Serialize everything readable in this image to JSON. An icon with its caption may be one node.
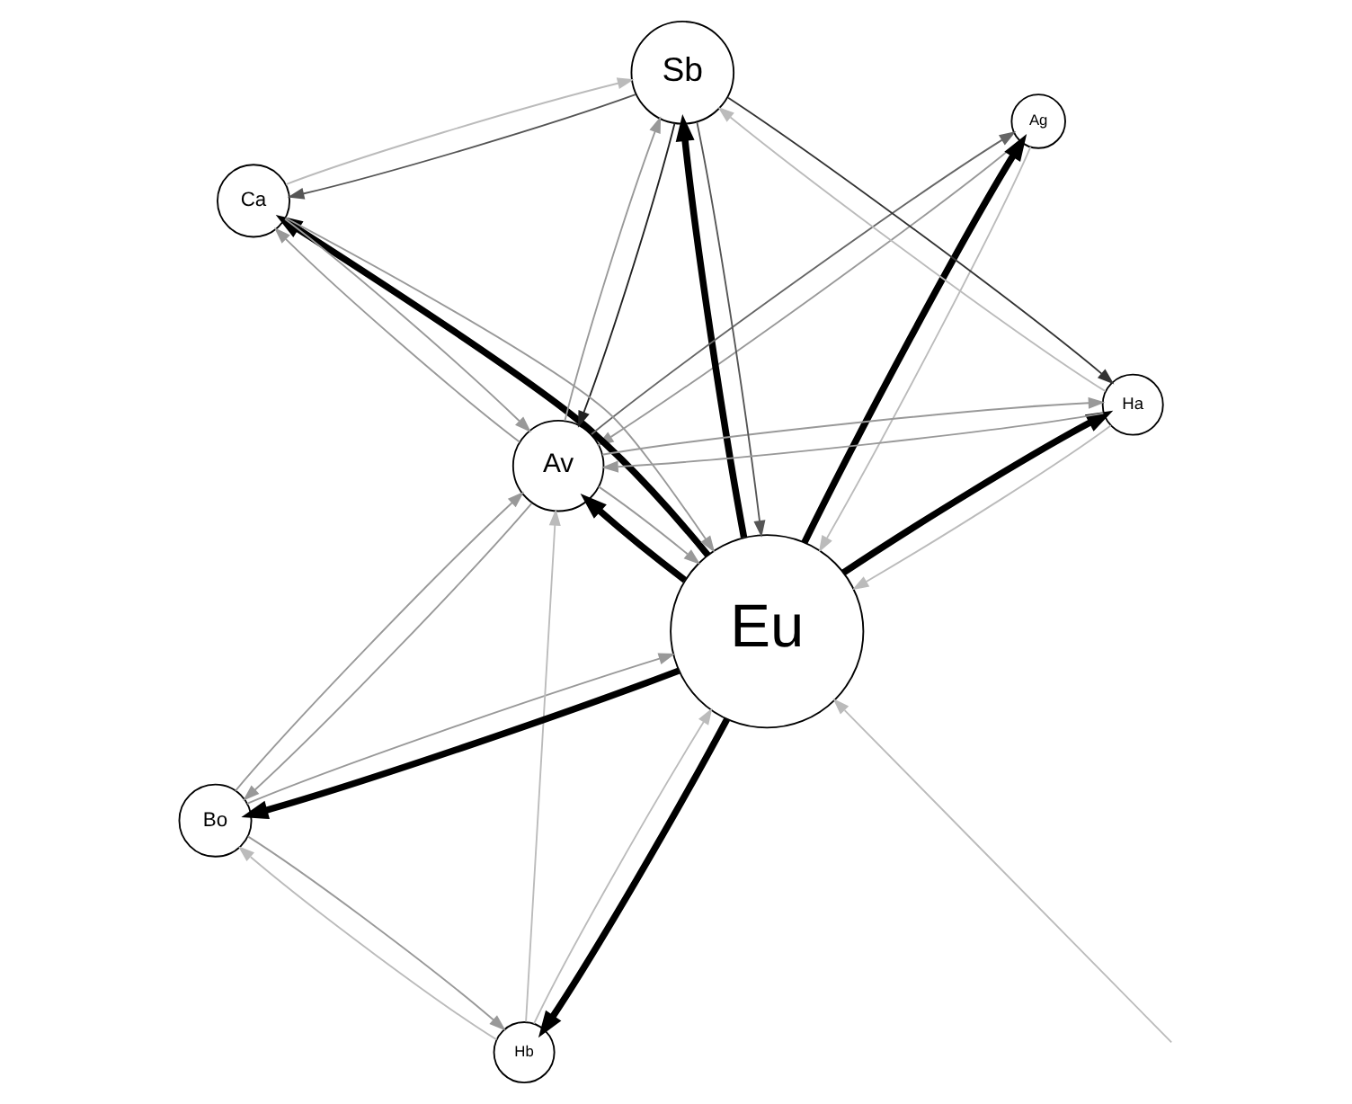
{
  "diagram": {
    "nodes": [
      {
        "text": [
          "Bo"
        ]
      },
      {
        "text": [
          "Ag"
        ]
      },
      {
        "text": [
          "Hb"
        ]
      },
      {
        "text": [
          "Eu"
        ]
      },
      {
        "text": [
          "Av"
        ]
      },
      {
        "text": [
          "Sb"
        ]
      },
      {
        "text": [
          "Ca"
        ]
      },
      {
        "text": [
          "Ha"
        ]
      }
    ],
    "edges": [
      {
        "from": 3,
        "to": 0,
        "arrow": "to",
        "style": "thick",
        "color": "#000000"
      },
      {
        "from": 3,
        "to": 1,
        "arrow": "to",
        "style": "thick",
        "color": "#000000"
      },
      {
        "from": 3,
        "to": 2,
        "arrow": "to",
        "style": "thick",
        "color": "#000000"
      },
      {
        "from": 3,
        "to": 4,
        "arrow": "to",
        "style": "thick",
        "color": "#000000"
      },
      {
        "from": 3,
        "to": 5,
        "arrow": "to",
        "style": "thick",
        "color": "#000000"
      },
      {
        "from": 3,
        "to": 6,
        "arrow": "to",
        "style": "thick",
        "color": "#000000"
      },
      {
        "from": 3,
        "to": 7,
        "arrow": "to",
        "style": "thick",
        "color": "#000000"
      },
      {
        "from": 0,
        "to": 2,
        "arrow": "to"
      },
      {
        "from": 2,
        "to": 0,
        "arrow": "to",
        "color": "#bbbbbb"
      },
      {
        "from": 0,
        "to": 3,
        "arrow": "to"
      },
      {
        "from": 4,
        "to": 0,
        "arrow": "to"
      },
      {
        "from": 0,
        "to": 4,
        "arrow": "to"
      },
      {
        "from": 1,
        "to": 3,
        "arrow": "to",
        "color": "#bbbbbb"
      },
      {
        "from": 1,
        "to": 4,
        "arrow": "to"
      },
      {
        "from": 4,
        "to": 1,
        "arrow": "to",
        "color": "#666666"
      },
      {
        "from": 2,
        "to": 4,
        "arrow": "to",
        "color": "#bbbbbb"
      },
      {
        "from": 2,
        "to": 3,
        "arrow": "to",
        "color": "#bbbbbb"
      },
      {
        "from": null,
        "to": 3,
        "arrow": "to",
        "color": "#bbbbbb"
      },
      {
        "from": 4,
        "to": 3,
        "arrow": "to"
      },
      {
        "from": 5,
        "to": 3,
        "arrow": "to",
        "color": "#555555"
      },
      {
        "from": 4,
        "to": 5,
        "arrow": "to"
      },
      {
        "from": 5,
        "to": 4,
        "arrow": "to",
        "color": "#222222"
      },
      {
        "from": 6,
        "to": 3,
        "arrow": "to"
      },
      {
        "from": 6,
        "to": 4,
        "arrow": "to"
      },
      {
        "from": 7,
        "to": 3,
        "arrow": "to",
        "color": "#bbbbbb"
      },
      {
        "from": 7,
        "to": 4,
        "arrow": "to"
      },
      {
        "from": 4,
        "to": 7,
        "arrow": "to"
      },
      {
        "from": 4,
        "to": 6,
        "arrow": "to"
      },
      {
        "from": 5,
        "to": 6,
        "arrow": "to",
        "color": "#555555"
      },
      {
        "from": 6,
        "to": 5,
        "arrow": "to",
        "color": "#bbbbbb"
      },
      {
        "from": 5,
        "to": 7,
        "arrow": "to",
        "color": "#333333"
      },
      {
        "from": 7,
        "to": 5,
        "arrow": "to",
        "color": "#bbbbbb"
      }
    ]
  }
}
